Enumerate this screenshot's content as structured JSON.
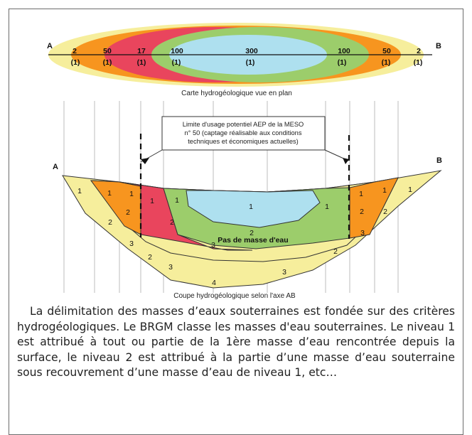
{
  "plan_view": {
    "label_a": "A",
    "label_b": "B",
    "values": [
      "2",
      "50",
      "17",
      "100",
      "300",
      "100",
      "50",
      "2"
    ],
    "levels": [
      "(1)",
      "(1)",
      "(1)",
      "(1)",
      "(1)",
      "(1)",
      "(1)",
      "(1)"
    ],
    "caption": "Carte hydrogéologique vue en plan"
  },
  "section_view": {
    "label_a": "A",
    "label_b": "B",
    "callout": [
      "Limite d'usage potentiel AEP de la MESO",
      "n° 50 (captage réalisable aux conditions",
      "techniques et économiques actuelles)"
    ],
    "no_water_label": "Pas de masse d'eau",
    "levels": {
      "left_yellow": "1",
      "left_orange": "1",
      "left_red": "1",
      "green_left": "1",
      "blue_center": "1",
      "green_right": "1",
      "right_orange": "1",
      "right_yellow": "1",
      "lvl2_left_outer": "2",
      "lvl2_left_orange": "2",
      "lvl2_left_red": "2",
      "lvl2_center": "2",
      "lvl2_right_orange": "2",
      "lvl2_right_outer": "2",
      "lvl3_left": "3",
      "lvl3_left2": "3",
      "lvl3_red": "3",
      "lvl3_right": "3",
      "lvl3_right_yellow": "3",
      "lvl2_bottom_left": "2",
      "lvl2_bottom_right": "2",
      "lvl4": "4"
    },
    "caption": "Coupe hydrogéologique selon l'axe AB"
  },
  "colors": {
    "yellow": "#f6ee9c",
    "orange": "#f7951f",
    "red": "#e9455d",
    "green": "#9ccd6b",
    "blue": "#aee0ef"
  },
  "text": "La délimitation des masses d’eaux souterraines est fondée sur des critères hydrogéologiques. Le BRGM classe les masses d'eau souterraines. Le niveau 1 est attribué à tout ou partie de la 1ère masse d’eau rencontrée depuis la surface, le niveau 2 est attribué à la partie d’une masse d’eau souterraine sous recouvrement d’une masse d’eau de niveau 1, etc…"
}
